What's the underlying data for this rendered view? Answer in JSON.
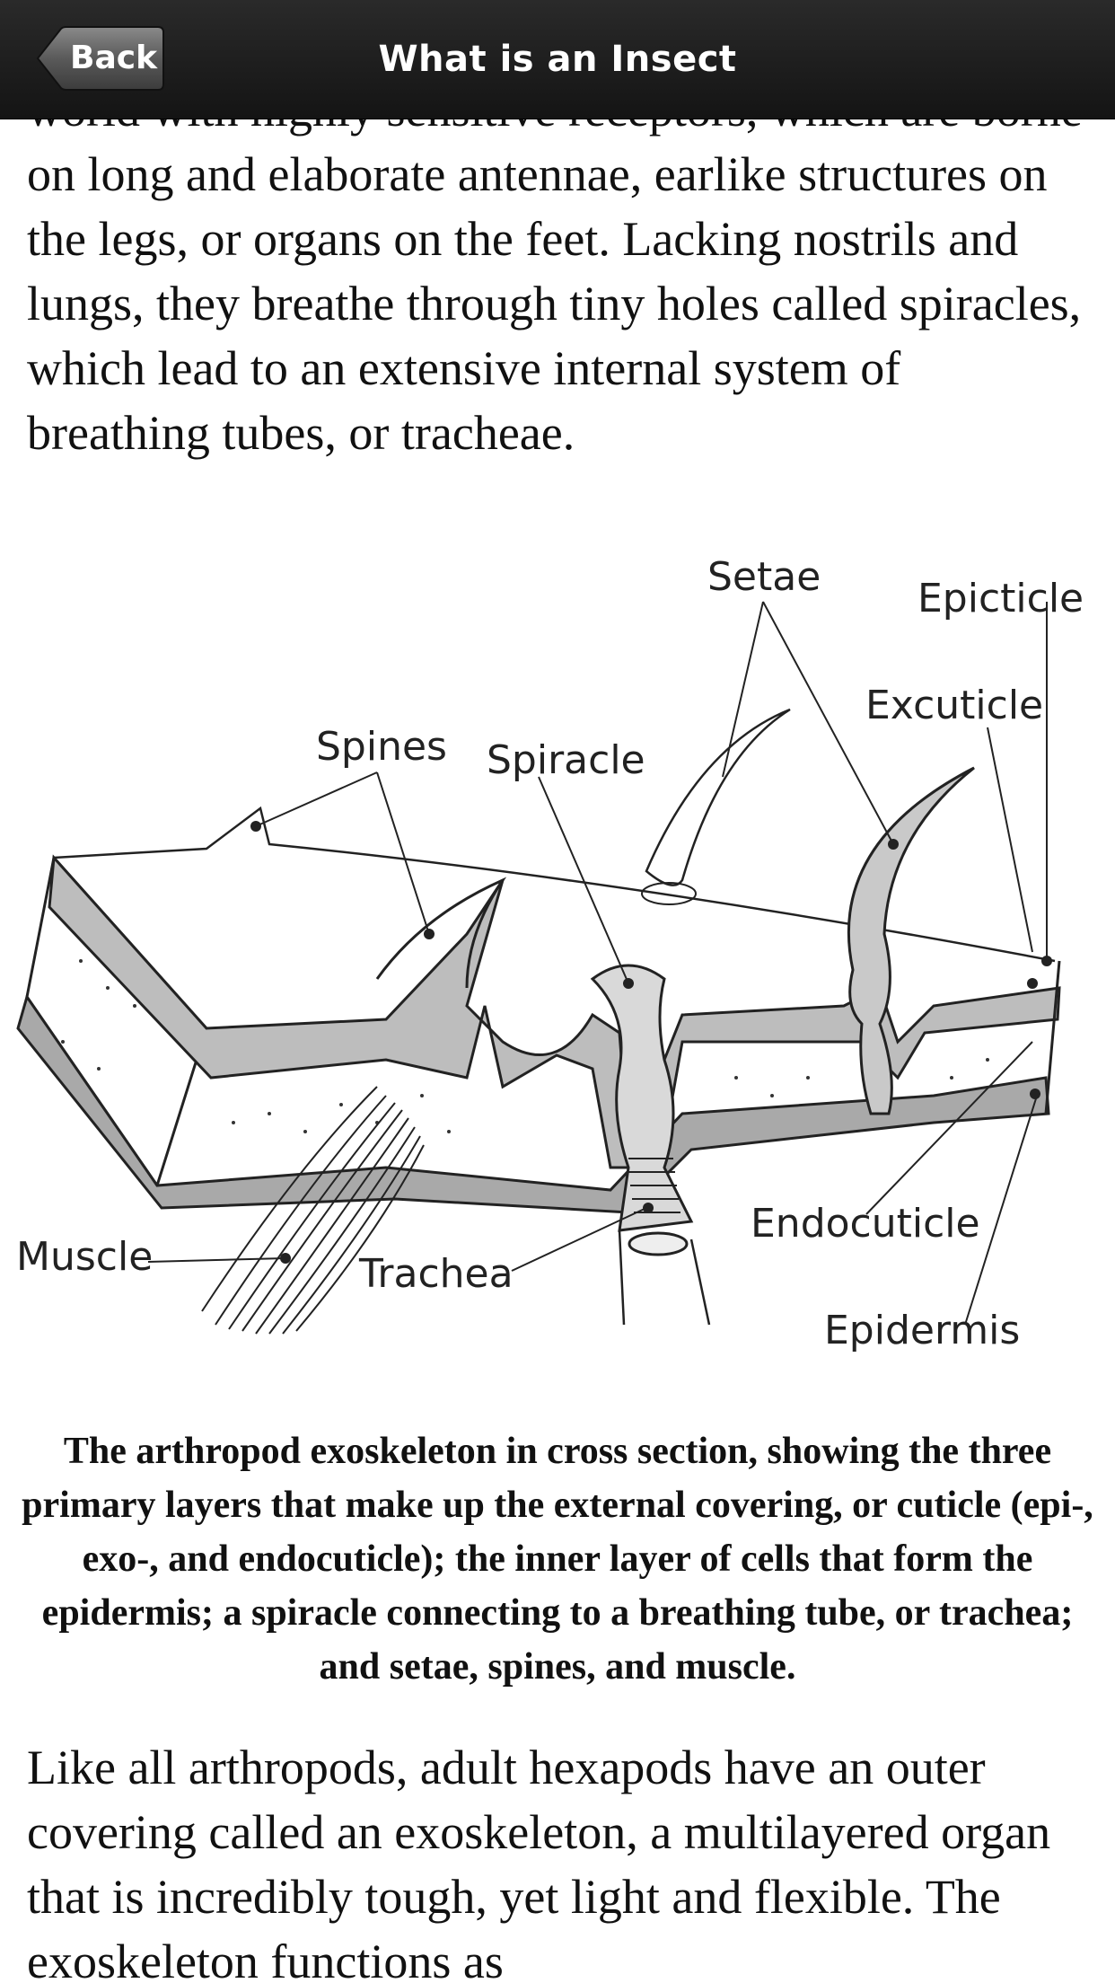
{
  "nav": {
    "back_label": "Back",
    "title": "What is an Insect"
  },
  "article": {
    "paragraph_top": "world with highly sensitive receptors, which are borne on long and elaborate antennae, earlike structures on the legs, or organs on the feet. Lacking nostrils and lungs, they breathe through tiny holes called spiracles, which lead to an extensive internal system of breathing tubes, or tracheae.",
    "figure_labels": {
      "setae": "Setae",
      "epicticle": "Epicticle",
      "excuticle": "Excuticle",
      "spines": "Spines",
      "spiracle": "Spiracle",
      "muscle": "Muscle",
      "trachea": "Trachea",
      "endocuticle": "Endocuticle",
      "epidermis": "Epidermis"
    },
    "caption": "The arthropod exoskeleton in cross section, showing the three primary layers that make up the external covering, or cuticle (epi-, exo-, and endocuticle); the inner layer of cells that form the epidermis; a spiracle connecting to a breathing tube, or trachea; and setae, spines, and muscle.",
    "paragraph_bottom": "Like all arthropods, adult hexapods have an outer covering called an exoskeleton, a multilayered organ that is incredibly tough, yet light and flexible. The exoskeleton functions as"
  },
  "colors": {
    "navbar": "#1c1c1c",
    "cuticle_gray": "#b0b0b0",
    "text": "#111111"
  }
}
